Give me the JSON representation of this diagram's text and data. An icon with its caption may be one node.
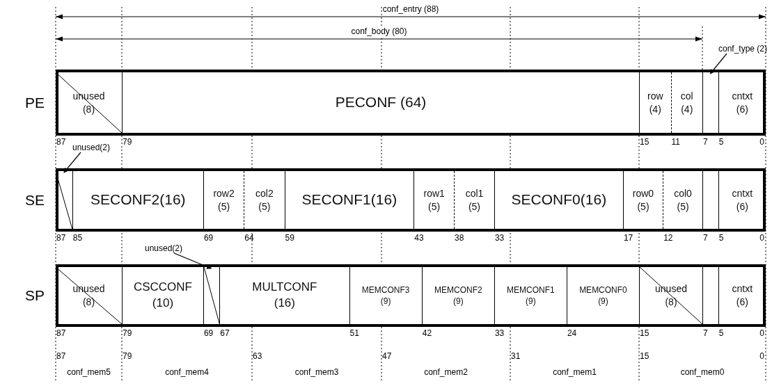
{
  "diagram": {
    "nodes": [
      {
        "text": [
          "PE"
        ]
      },
      {
        "text": [
          "unused",
          "(8)"
        ],
        "in": 0
      },
      {
        "text": [
          "PECONF (64)"
        ],
        "in": 0
      },
      {
        "text": [
          "row",
          "(4)"
        ],
        "in": 0
      },
      {
        "text": [
          "col",
          "(4)"
        ],
        "in": 0
      },
      {
        "text": [],
        "shape": "box",
        "in": 0
      },
      {
        "text": [
          "cntxt",
          "(6)"
        ],
        "in": 0
      },
      {
        "text": [
          "SE"
        ]
      },
      {
        "text": [],
        "shape": "box",
        "in": 7
      },
      {
        "text": [
          "SECONF2(16)"
        ],
        "in": 7
      },
      {
        "text": [
          "row2",
          "(5)"
        ],
        "in": 7
      },
      {
        "text": [
          "col2",
          "(5)"
        ],
        "in": 7
      },
      {
        "text": [
          "SECONF1(16)"
        ],
        "in": 7
      },
      {
        "text": [
          "row1",
          "(5)"
        ],
        "in": 7
      },
      {
        "text": [
          "col1",
          "(5)"
        ],
        "in": 7
      },
      {
        "text": [
          "SECONF0(16)"
        ],
        "in": 7
      },
      {
        "text": [
          "row0",
          "(5)"
        ],
        "in": 7
      },
      {
        "text": [
          "col0",
          "(5)"
        ],
        "in": 7
      },
      {
        "text": [],
        "shape": "box",
        "in": 7
      },
      {
        "text": [
          "cntxt",
          "(6)"
        ],
        "in": 7
      },
      {
        "text": [
          "SP"
        ]
      },
      {
        "text": [
          "unused",
          "(8)"
        ],
        "in": 20
      },
      {
        "text": [
          "CSCCONF",
          "(10)"
        ],
        "in": 20
      },
      {
        "text": [],
        "shape": "box",
        "in": 20
      },
      {
        "text": [
          "MULTCONF",
          "(16)"
        ],
        "in": 20
      },
      {
        "text": [
          "MEMCONF3",
          "(9)"
        ],
        "in": 20
      },
      {
        "text": [
          "MEMCONF2",
          "(9)"
        ],
        "in": 20
      },
      {
        "text": [
          "MEMCONF1",
          "(9)"
        ],
        "in": 20
      },
      {
        "text": [
          "MEMCONF0",
          "(9)"
        ],
        "in": 20
      },
      {
        "text": [
          "unused",
          "(8)"
        ],
        "in": 20
      },
      {
        "text": [],
        "shape": "box",
        "in": 20
      },
      {
        "text": [
          "cntxt",
          "(6)"
        ],
        "in": 20
      },
      {
        "text": [
          "conf_type (2)"
        ]
      },
      {
        "text": [
          "unused(2)"
        ]
      },
      {
        "text": [
          "unused(2)"
        ]
      }
    ],
    "edges": [
      {
        "from": 32,
        "to": 5,
        "arrow": "to"
      },
      {
        "from": 33,
        "to": 8,
        "arrow": "to"
      },
      {
        "from": 34,
        "to": 23,
        "arrow": "to"
      }
    ],
    "labels": [
      "conf_entry (88)",
      "conf_body (80)",
      "87",
      "79",
      "15",
      "11",
      "7",
      "5",
      "0",
      "87",
      "85",
      "69",
      "64",
      "59",
      "43",
      "38",
      "33",
      "17",
      "12",
      "7",
      "5",
      "0",
      "87",
      "79",
      "69",
      "67",
      "51",
      "42",
      "33",
      "24",
      "15",
      "7",
      "5",
      "0",
      "87",
      "79",
      "63",
      "47",
      "31",
      "15",
      "0",
      "conf_mem5",
      "conf_mem4",
      "conf_mem3",
      "conf_mem2",
      "conf_mem1",
      "conf_mem0"
    ]
  }
}
